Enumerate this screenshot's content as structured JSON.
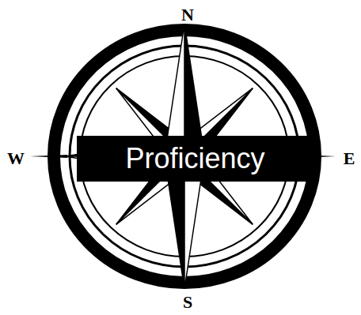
{
  "diagram": {
    "nodes": [
      {
        "text": [
          "Proficiency"
        ]
      }
    ],
    "labels": [
      "N",
      "S",
      "W",
      "E"
    ]
  }
}
